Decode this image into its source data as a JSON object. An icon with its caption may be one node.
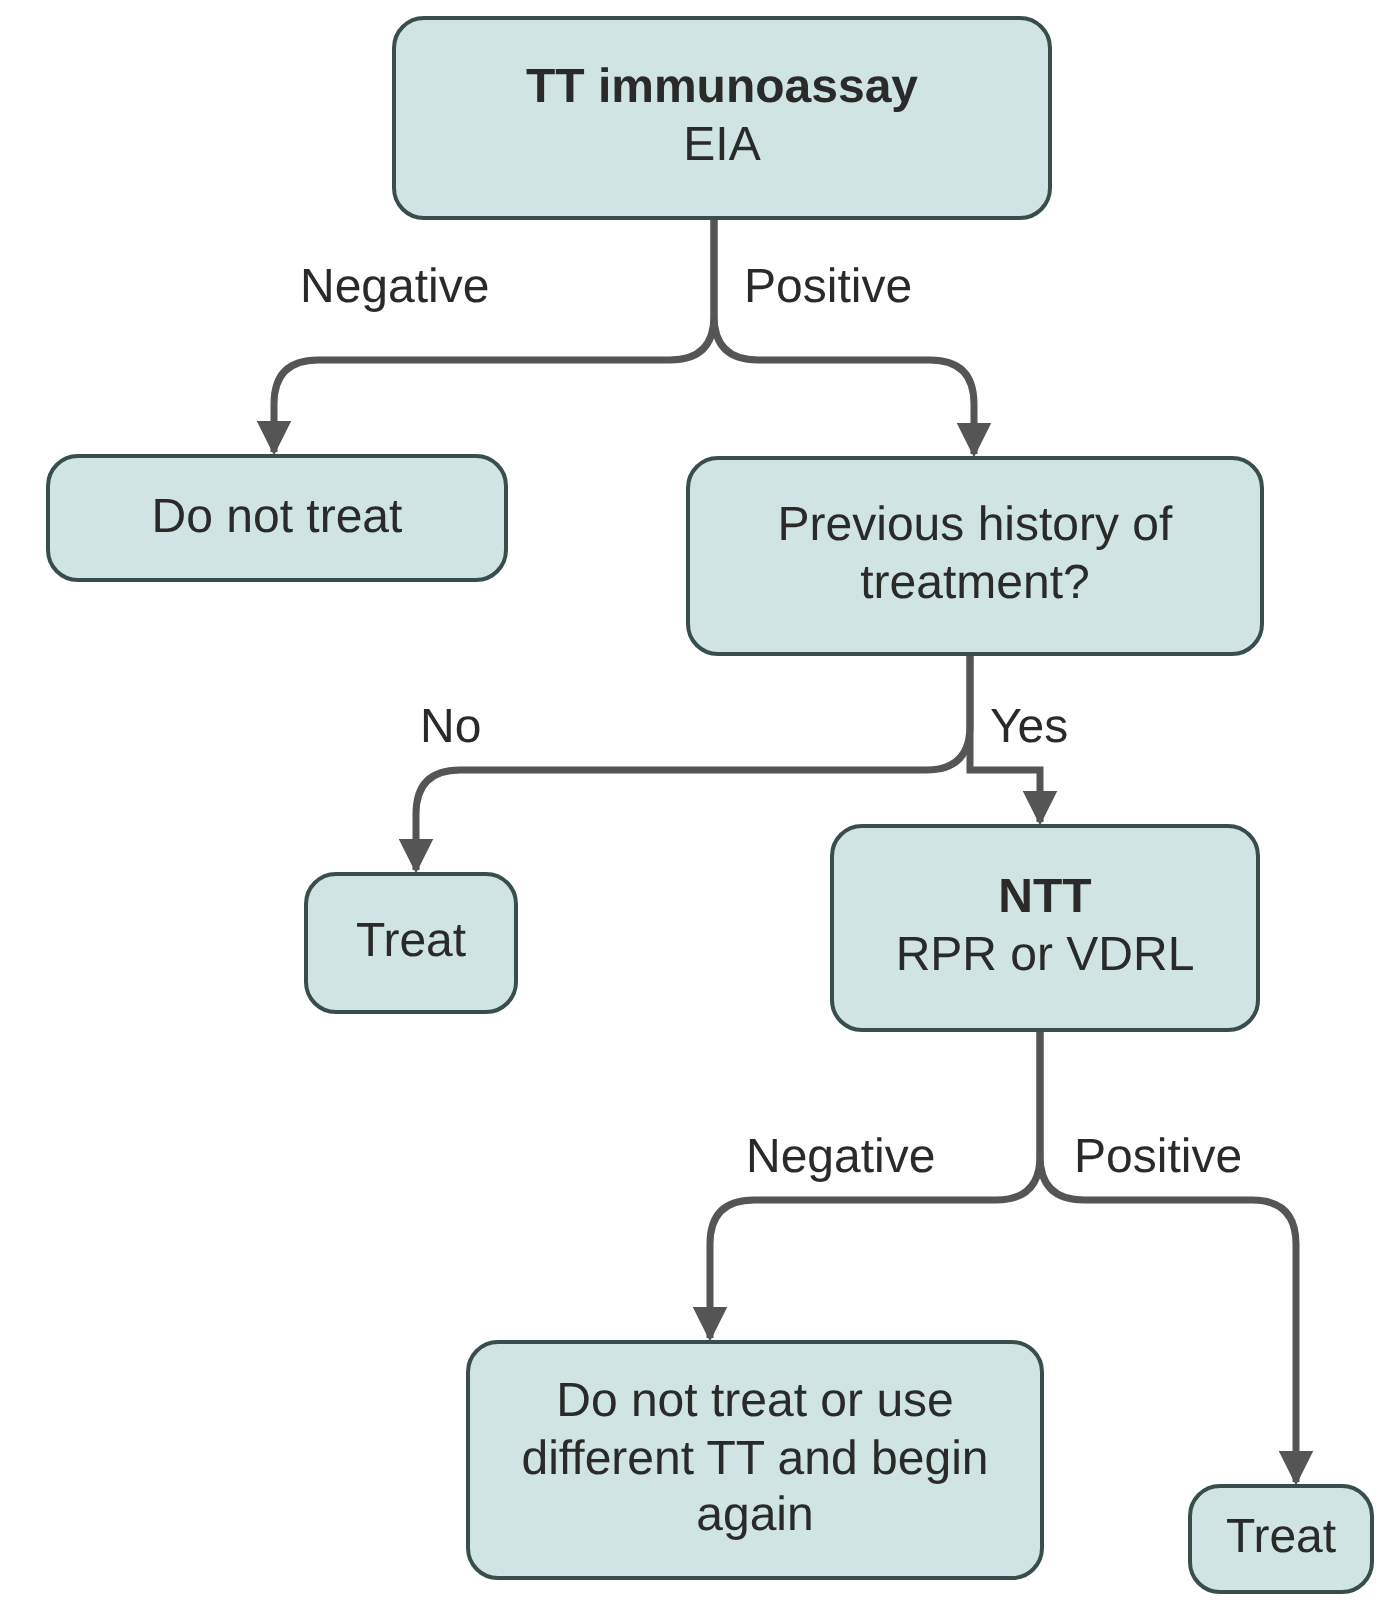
{
  "diagram": {
    "nodes": [
      {
        "text": [
          "TT immunoassay",
          "EIA"
        ]
      },
      {
        "text": [
          "Do not treat"
        ]
      },
      {
        "text": [
          "Previous history of treatment?"
        ]
      },
      {
        "text": [
          "Treat"
        ]
      },
      {
        "text": [
          "NTT",
          "RPR or VDRL"
        ]
      },
      {
        "text": [
          "Do not treat or use different TT and begin again"
        ]
      },
      {
        "text": [
          "Treat"
        ]
      }
    ],
    "edges": [
      {
        "from": 0,
        "to": 1,
        "arrow": "to",
        "label": "Negative"
      },
      {
        "from": 0,
        "to": 2,
        "arrow": "to",
        "label": "Positive"
      },
      {
        "from": 2,
        "to": 3,
        "arrow": "to",
        "label": "No"
      },
      {
        "from": 2,
        "to": 4,
        "arrow": "to",
        "label": "Yes"
      },
      {
        "from": 4,
        "to": 5,
        "arrow": "to",
        "label": "Negative"
      },
      {
        "from": 4,
        "to": 6,
        "arrow": "to",
        "label": "Positive"
      }
    ]
  }
}
